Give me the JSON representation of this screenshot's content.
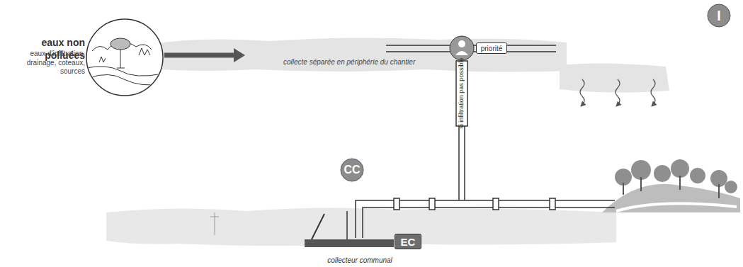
{
  "diagram": {
    "nodes": [
      {
        "text": [
          "priorité"
        ]
      },
      {
        "text": [
          "I"
        ]
      },
      {
        "text": [
          "CC"
        ]
      },
      {
        "text": [
          "EC"
        ]
      }
    ],
    "labels": [
      "eaux non polluées",
      "eaux d'infiltration, drainage, coteaux, sources",
      "collecte séparée en périphérie du chantier",
      "si infiltration pas possible",
      "collecteur communal"
    ]
  }
}
